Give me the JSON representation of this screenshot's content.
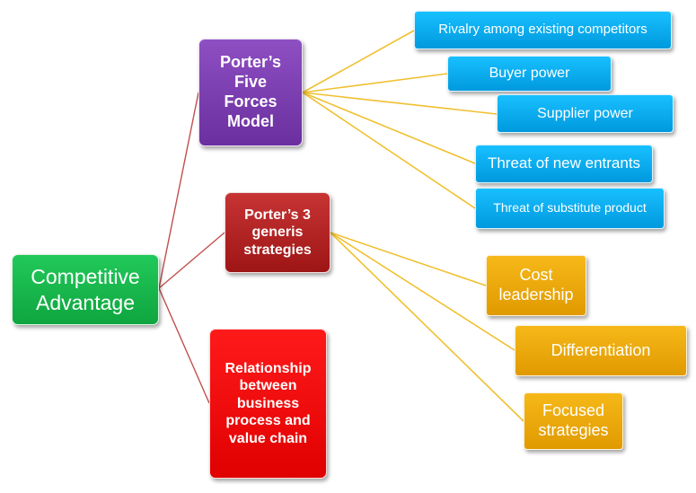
{
  "diagram": {
    "root": {
      "line1": "Competitive",
      "line2": "Advantage"
    },
    "categories": [
      {
        "lines": [
          "Porter’s",
          "Five Forces",
          "Model"
        ],
        "color": "#7b3fb0",
        "children": [
          "Rivalry among existing competitors",
          "Buyer power",
          "Supplier power",
          "Threat of new entrants",
          "Threat of substitute product"
        ]
      },
      {
        "lines": [
          "Porter’s 3",
          "generis",
          "strategies"
        ],
        "color": "#b22222",
        "children": [
          [
            "Cost",
            "leadership"
          ],
          [
            "Differentiation"
          ],
          [
            "Focused",
            "strategies"
          ]
        ]
      },
      {
        "lines": [
          "Relationship",
          "between",
          "business",
          "process and",
          "value chain"
        ],
        "color": "#ff0000",
        "children": []
      }
    ]
  },
  "colors": {
    "root": "#1ab64c",
    "forces": "#00aeef",
    "strategies": "#f0a800",
    "connector_root": "#c0504d",
    "connector_leaf": "#f0c030"
  }
}
